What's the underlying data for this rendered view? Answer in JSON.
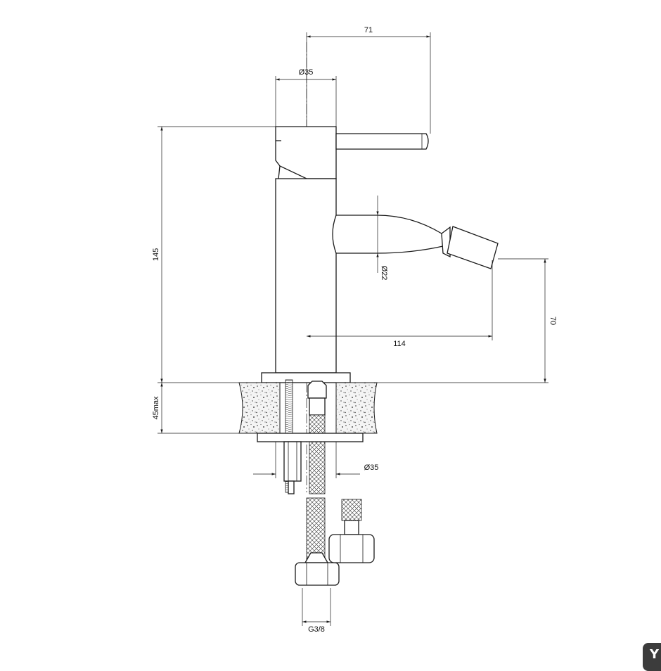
{
  "drawing": {
    "dimensions": {
      "handle_reach": "71",
      "body_diameter_top": "Ø35",
      "height": "145",
      "spout_diameter": "Ø22",
      "spout_height": "70",
      "spout_reach": "114",
      "deck_thickness": "45max",
      "shank_diameter": "Ø35",
      "connection_thread": "G3/8"
    }
  },
  "corner_badge": {
    "label": "Y"
  }
}
